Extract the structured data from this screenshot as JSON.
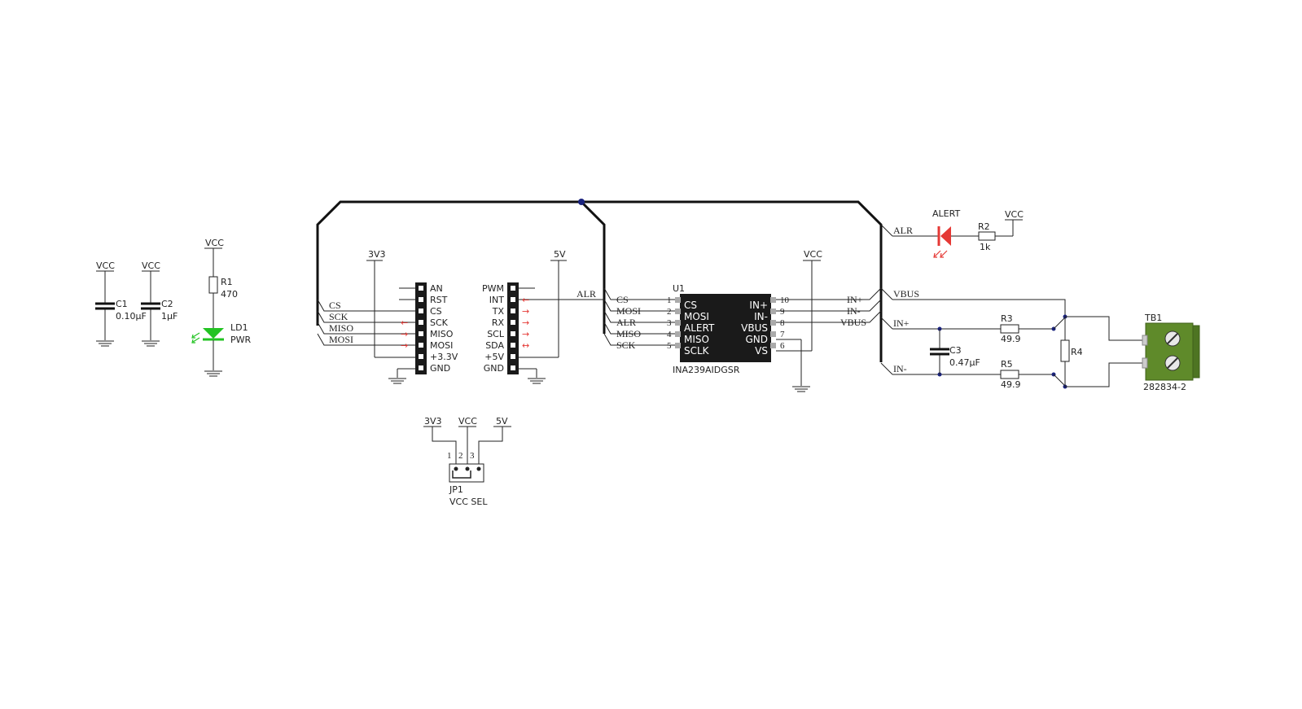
{
  "power": {
    "vcc": "VCC",
    "v3v3": "3V3",
    "v5v": "5V"
  },
  "decoupling": {
    "c1": {
      "ref": "C1",
      "value": "0.10µF"
    },
    "c2": {
      "ref": "C2",
      "value": "1µF"
    }
  },
  "pwr_led": {
    "r1": {
      "ref": "R1",
      "value": "470"
    },
    "ld1": {
      "ref": "LD1",
      "value": "PWR"
    }
  },
  "mikrobus": {
    "left_pins": [
      "AN",
      "RST",
      "CS",
      "SCK",
      "MISO",
      "MOSI",
      "+3.3V",
      "GND"
    ],
    "left_arrows": [
      "",
      "",
      "",
      "←",
      "→",
      "→",
      "",
      ""
    ],
    "left_nets": [
      "CS",
      "SCK",
      "MISO",
      "MOSI"
    ],
    "right_pins": [
      "PWM",
      "INT",
      "TX",
      "RX",
      "SCL",
      "SDA",
      "+5V",
      "GND"
    ],
    "right_arrows": [
      "",
      "←",
      "→",
      "→",
      "→",
      "↔",
      "",
      ""
    ],
    "int_net": "ALR"
  },
  "ic": {
    "ref": "U1",
    "part": "INA239AIDGSR",
    "left_pins": [
      {
        "num": "1",
        "name": "CS",
        "net": "CS"
      },
      {
        "num": "2",
        "name": "MOSI",
        "net": "MOSI"
      },
      {
        "num": "3",
        "name": "ALERT",
        "net": "ALR"
      },
      {
        "num": "4",
        "name": "MISO",
        "net": "MISO"
      },
      {
        "num": "5",
        "name": "SCLK",
        "net": "SCK"
      }
    ],
    "right_pins": [
      {
        "num": "10",
        "name": "IN+",
        "net": "IN+"
      },
      {
        "num": "9",
        "name": "IN-",
        "net": "IN-"
      },
      {
        "num": "8",
        "name": "VBUS",
        "net": "VBUS"
      },
      {
        "num": "7",
        "name": "GND",
        "net": ""
      },
      {
        "num": "6",
        "name": "VS",
        "net": ""
      }
    ]
  },
  "alert_led": {
    "name": "ALERT",
    "net": "ALR",
    "r2": {
      "ref": "R2",
      "value": "1k"
    }
  },
  "input": {
    "vbus_net": "VBUS",
    "inp_net": "IN+",
    "inm_net": "IN-",
    "c3": {
      "ref": "C3",
      "value": "0.47µF"
    },
    "r3": {
      "ref": "R3",
      "value": "49.9"
    },
    "r5": {
      "ref": "R5",
      "value": "49.9"
    },
    "r4": {
      "ref": "R4"
    },
    "tb1": {
      "ref": "TB1",
      "part": "282834-2"
    }
  },
  "jumper": {
    "ref": "JP1",
    "label": "VCC SEL",
    "pins": [
      "1",
      "2",
      "3"
    ]
  },
  "colors": {
    "wire": "#222222",
    "chip": "#1a1a1a",
    "led_green": "#22c322",
    "led_red": "#e53935",
    "terminal": "#5f8a2a",
    "junction": "#1a237e"
  }
}
